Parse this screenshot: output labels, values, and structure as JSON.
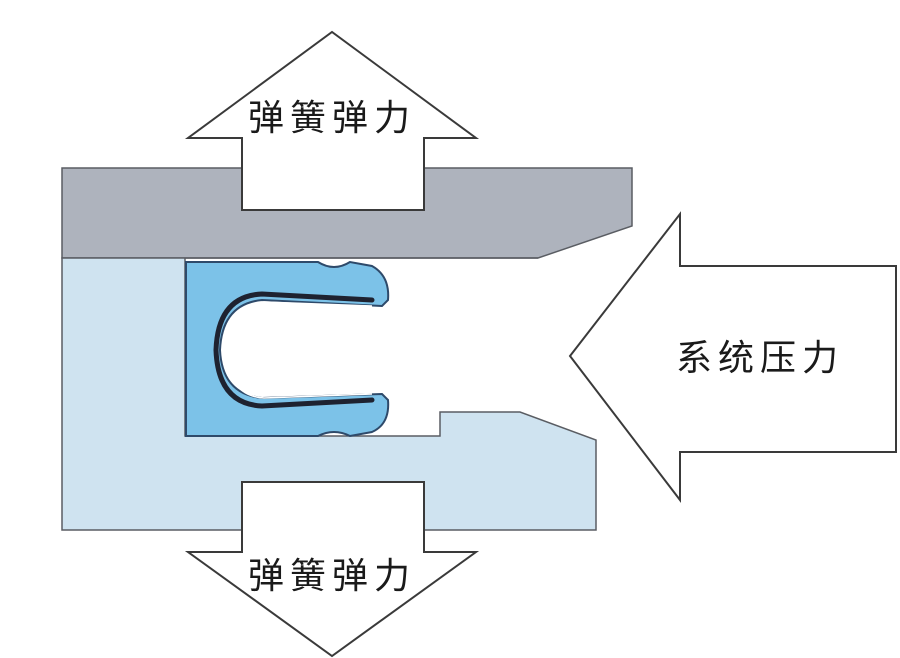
{
  "labels": {
    "top_arrow": "弹簧弹力",
    "bottom_arrow": "弹簧弹力",
    "right_arrow": "系统压力"
  },
  "colors": {
    "upper_plate": "#aeb3bd",
    "lower_housing": "#cfe3f0",
    "seal_body": "#7cc2e8",
    "spring": "#1e2230",
    "arrow_fill": "#ffffff",
    "outline": "#3a3a3a"
  }
}
